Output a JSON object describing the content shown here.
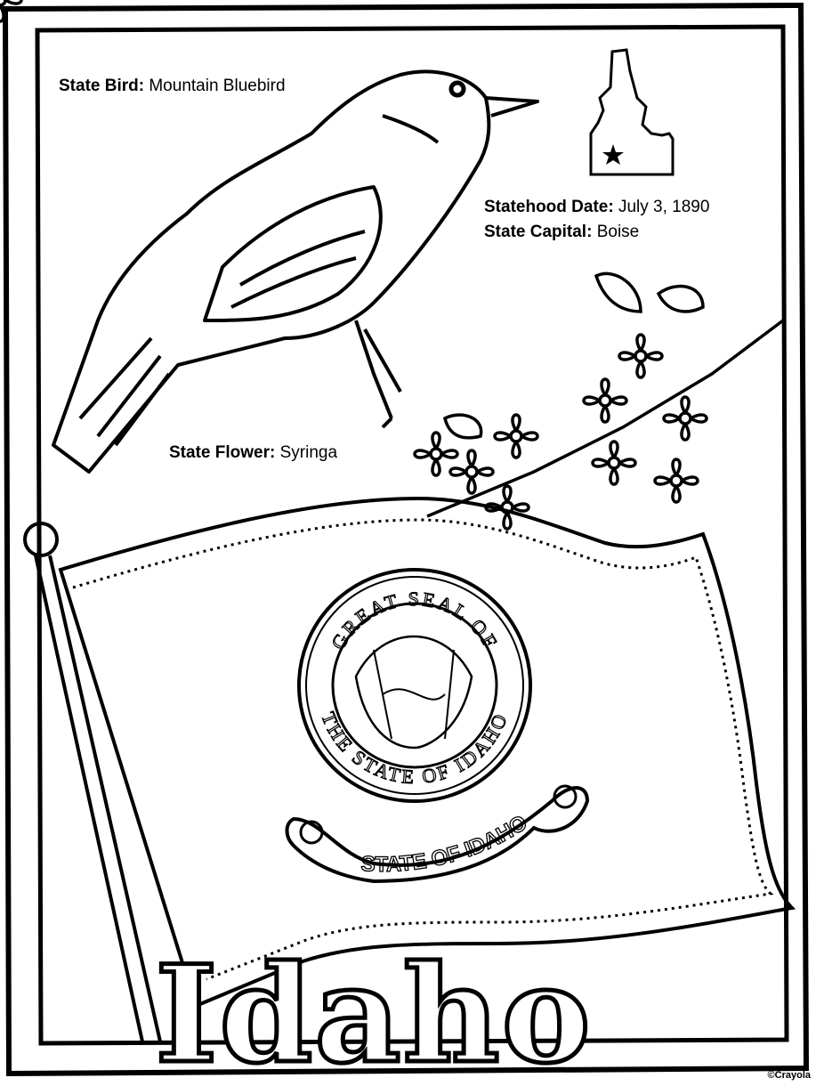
{
  "facts": {
    "bird": {
      "label": "State Bird:",
      "value": "Mountain Bluebird"
    },
    "statehood": {
      "label": "Statehood Date:",
      "value": "July 3, 1890"
    },
    "capital": {
      "label": "State Capital:",
      "value": "Boise"
    },
    "flower": {
      "label": "State Flower:",
      "value": "Syringa"
    }
  },
  "title": "Idaho",
  "seal": {
    "outer_top": "GREAT SEAL OF",
    "outer_bottom": "THE STATE OF IDAHO",
    "banner": "STATE OF IDAHO"
  },
  "copyright": "©Crayola",
  "colors": {
    "ink": "#000000",
    "paper": "#ffffff"
  }
}
